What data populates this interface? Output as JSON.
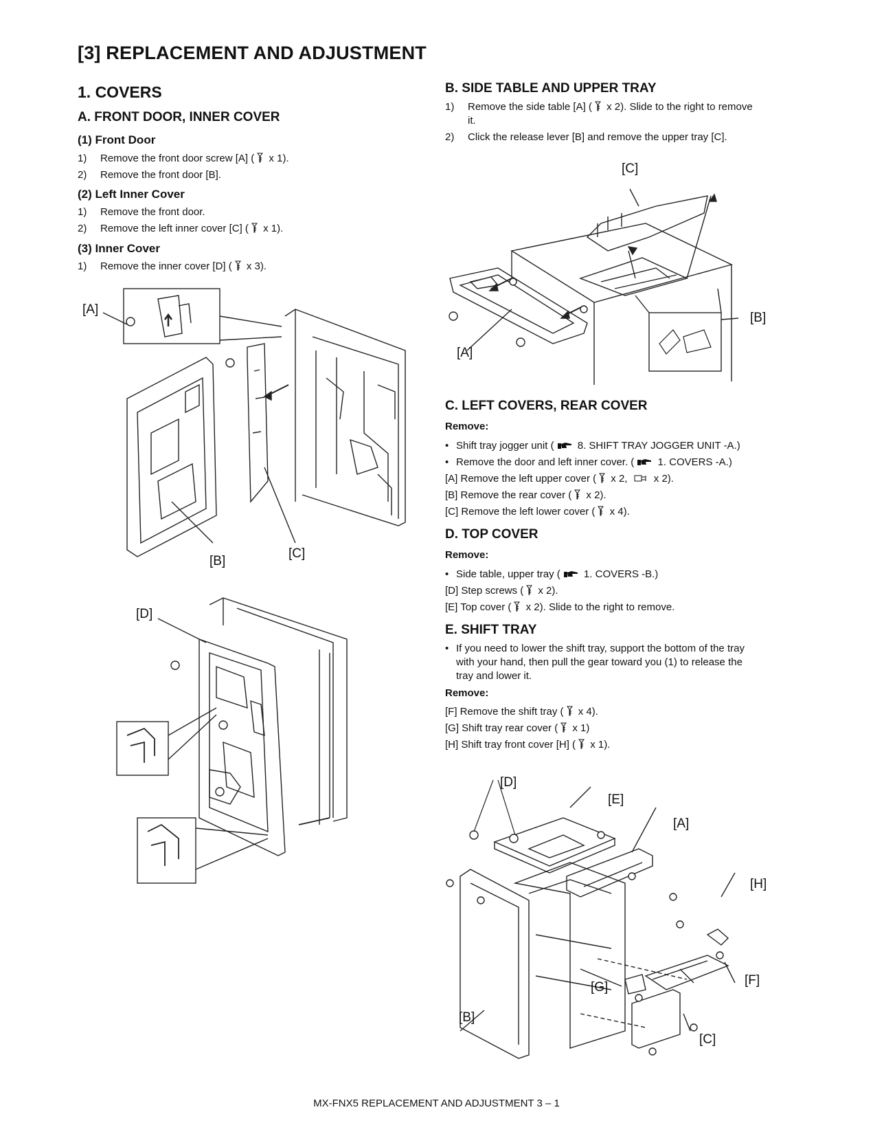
{
  "page_title": "[3]   REPLACEMENT AND ADJUSTMENT",
  "left": {
    "section": "1.   COVERS",
    "sub_a": "A.  FRONT DOOR, INNER COVER",
    "front_door": {
      "heading": "(1)   Front Door",
      "steps": [
        {
          "n": "1)",
          "pre": "Remove the front door screw [A] (",
          "post": " x 1)."
        },
        {
          "n": "2)",
          "text": "Remove the front door [B]."
        }
      ]
    },
    "left_inner_cover": {
      "heading": "(2)   Left Inner Cover",
      "steps": [
        {
          "n": "1)",
          "text": "Remove the front door."
        },
        {
          "n": "2)",
          "pre": "Remove the left inner cover [C] (",
          "post": " x 1)."
        }
      ]
    },
    "inner_cover": {
      "heading": "(3)   Inner Cover",
      "steps": [
        {
          "n": "1)",
          "pre": "Remove the inner cover [D] (",
          "post": " x 3)."
        }
      ]
    },
    "fig1_labels": {
      "a": "[A]",
      "b": "[B]",
      "c": "[C]"
    },
    "fig2_labels": {
      "d": "[D]"
    }
  },
  "right": {
    "sub_b": "B.  SIDE TABLE AND UPPER TRAY",
    "b_steps": [
      {
        "n": "1)",
        "pre": "Remove the side table [A] (",
        "post": " x 2). Slide to the right to remove",
        "cont": "it."
      },
      {
        "n": "2)",
        "text": "Click the release lever [B] and remove the upper tray [C]."
      }
    ],
    "fig3_labels": {
      "a": "[A]",
      "b": "[B]",
      "c": "[C]"
    },
    "sub_c": "C.  LEFT COVERS, REAR COVER",
    "c_remove": "Remove:",
    "c_bullets": [
      {
        "pre": "Shift tray jogger unit (",
        "post": " 8. SHIFT TRAY JOGGER UNIT  -A.)"
      },
      {
        "pre": "Remove the door and left inner cover. (",
        "post": " 1. COVERS -A.)"
      }
    ],
    "c_lines": [
      {
        "pre": "[A] Remove the left upper cover (",
        "mid": " x 2, ",
        "post": " x 2)."
      },
      {
        "pre": "[B] Remove the rear cover (",
        "post": " x 2)."
      },
      {
        "pre": "[C] Remove the left lower cover (",
        "post": " x 4)."
      }
    ],
    "sub_d": "D.  TOP COVER",
    "d_remove": "Remove:",
    "d_bullet": {
      "pre": "Side table, upper tray (",
      "post": " 1. COVERS -B.)"
    },
    "d_lines": [
      {
        "pre": "[D] Step screws (",
        "post": " x 2)."
      },
      {
        "pre": "[E] Top cover (",
        "post": " x 2). Slide to the right to remove."
      }
    ],
    "sub_e": "E.  SHIFT TRAY",
    "e_bullet": [
      "If you need to lower the shift tray, support the bottom of the tray",
      "with your hand, then pull the gear toward you (1) to release the",
      "tray and lower it."
    ],
    "e_remove": "Remove:",
    "e_lines": [
      {
        "pre": "[F] Remove the shift tray (",
        "post": " x 4)."
      },
      {
        "pre": "[G] Shift tray rear cover (",
        "post": " x 1)"
      },
      {
        "pre": "[H] Shift tray front cover [H] (",
        "post": " x 1)."
      }
    ],
    "fig4_labels": {
      "d": "[D]",
      "e": "[E]",
      "a": "[A]",
      "h": "[H]",
      "f": "[F]",
      "g": "[G]",
      "b": "[B]",
      "c": "[C]"
    }
  },
  "footer": "MX-FNX5  REPLACEMENT AND ADJUSTMENT  3 – 1",
  "icons": {
    "screw": "screw-icon",
    "reference": "pointing-hand-icon",
    "connector": "connector-icon"
  }
}
